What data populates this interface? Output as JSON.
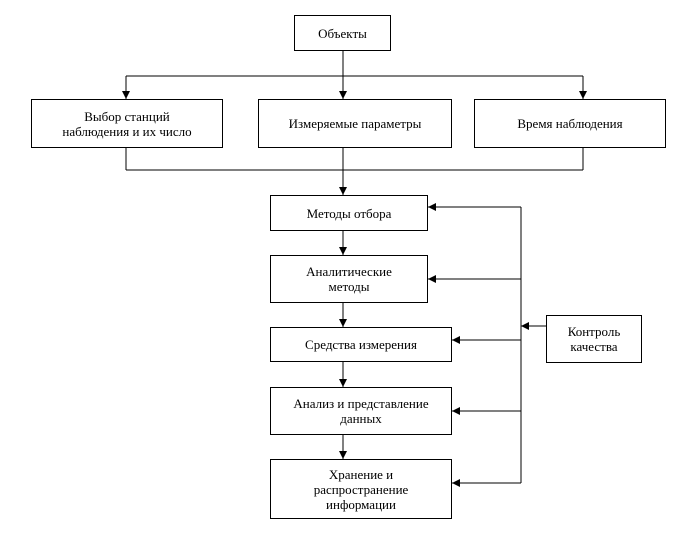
{
  "diagram": {
    "objects": "Объекты",
    "stations": "Выбор станций\nнаблюдения и их число",
    "parameters": "Измеряемые параметры",
    "time": "Время наблюдения",
    "sampling": "Методы отбора",
    "analytical": "Аналитические\nметоды",
    "instruments": "Средства измерения",
    "analysis": "Анализ и представление\nданных",
    "storage": "Хранение и\nраспространение\nинформации",
    "quality": "Контроль\nкачества"
  }
}
